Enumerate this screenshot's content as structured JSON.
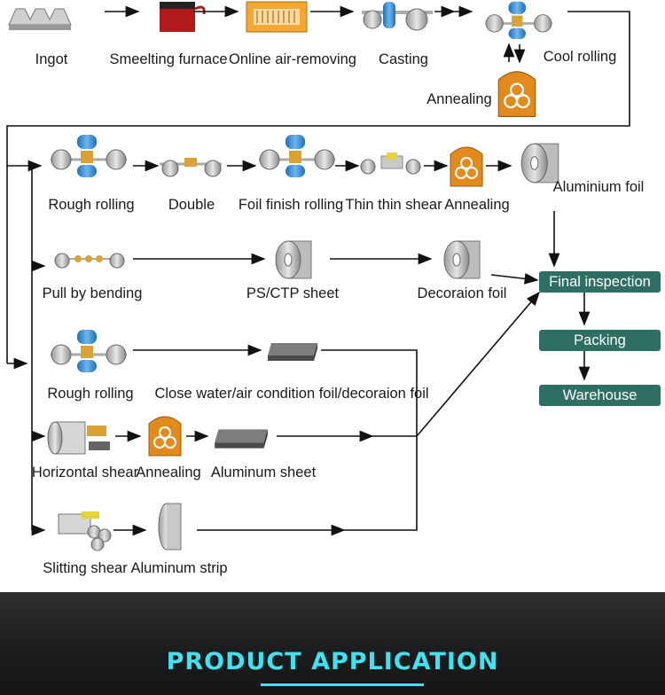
{
  "diagram": {
    "row1": {
      "ingot": "Ingot",
      "furnace": "Smeelting furnace",
      "air": "Online air-removing",
      "casting": "Casting",
      "cool": "Cool rolling",
      "annealing": "Annealing"
    },
    "row2": {
      "rough": "Rough rolling",
      "double": "Double",
      "foil_finish": "Foil finish rolling",
      "thin_shear": "Thin thin shear",
      "annealing": "Annealing",
      "foil": "Aluminium foil"
    },
    "row3": {
      "pull": "Pull by bending",
      "ps_ctp": "PS/CTP sheet",
      "deco": "Decoraion foil"
    },
    "row4": {
      "rough": "Rough rolling",
      "close": "Close water/air condition foil/decoraion foil"
    },
    "row5": {
      "horiz": "Horizontal shear",
      "annealing": "Annealing",
      "sheet": "Aluminum sheet"
    },
    "row6": {
      "slitting": "Slitting shear",
      "strip": "Aluminum strip"
    },
    "final": {
      "inspection": "Final inspection",
      "packing": "Packing",
      "warehouse": "Warehouse"
    }
  },
  "banner": {
    "title": "PRODUCT APPLICATION"
  },
  "colors": {
    "final_box": "#2f6e62",
    "banner_text": "#3fe3f0",
    "roller": "#3a8fd6",
    "anneal": "#e38a1d"
  }
}
